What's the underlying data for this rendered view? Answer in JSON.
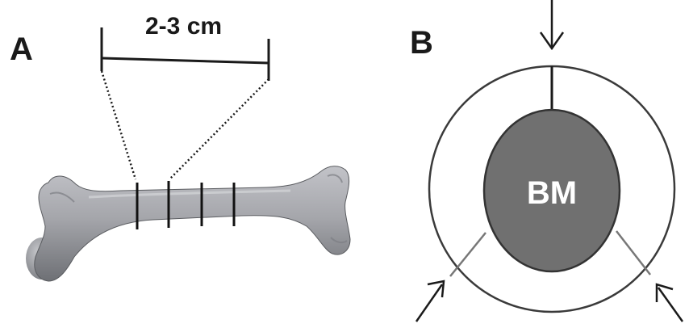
{
  "panel_a": {
    "letter": "A",
    "measurement": "2-3 cm"
  },
  "panel_b": {
    "letter": "B",
    "marrow_label": "BM"
  },
  "colors": {
    "bone": "#a5a6ab",
    "bone_shadow": "#6e7075",
    "marrow": "#707070",
    "ink": "#1a1a1a"
  },
  "icons": [
    "femur-bone-icon",
    "arrow-down-icon",
    "arrow-up-right-icon",
    "arrow-up-left-icon"
  ]
}
